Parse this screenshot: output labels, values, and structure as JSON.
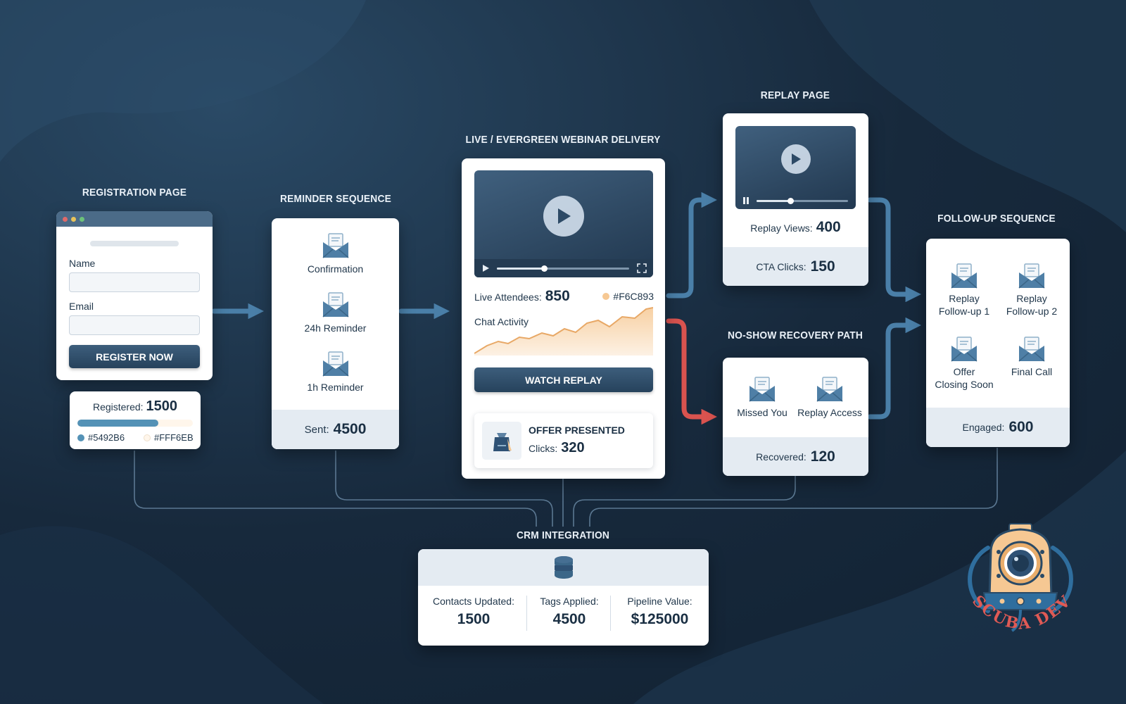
{
  "stages": {
    "registration": {
      "title": "REGISTRATION PAGE",
      "name_label": "Name",
      "email_label": "Email",
      "button_label": "REGISTER NOW",
      "stat_label": "Registered:",
      "stat_value": "1500",
      "progress_fraction": 0.7,
      "swatch_1": "#5492B6",
      "swatch_2": "#FFF6EB"
    },
    "reminder": {
      "title": "REMINDER SEQUENCE",
      "items": [
        "Confirmation",
        "24h Reminder",
        "1h Reminder"
      ],
      "stat_label": "Sent:",
      "stat_value": "4500"
    },
    "delivery": {
      "title": "LIVE / EVERGREEN WEBINAR DELIVERY",
      "attendees_label": "Live Attendees:",
      "attendees_value": "850",
      "accent_hex": "#F6C893",
      "chat_label": "Chat Activity",
      "button_label": "WATCH REPLAY",
      "offer_title": "OFFER PRESENTED",
      "offer_clicks_label": "Clicks:",
      "offer_clicks_value": "320"
    },
    "replay": {
      "title": "REPLAY PAGE",
      "views_label": "Replay Views:",
      "views_value": "400",
      "cta_label": "CTA Clicks:",
      "cta_value": "150"
    },
    "noshow": {
      "title": "NO-SHOW RECOVERY PATH",
      "items": [
        "Missed You",
        "Replay Access"
      ],
      "stat_label": "Recovered:",
      "stat_value": "120"
    },
    "followup": {
      "title": "FOLLOW-UP SEQUENCE",
      "items": [
        "Replay\nFollow-up 1",
        "Replay\nFollow-up 2",
        "Offer\nClosing Soon",
        "Final Call"
      ],
      "stat_label": "Engaged:",
      "stat_value": "600"
    },
    "crm": {
      "title": "CRM INTEGRATION",
      "metrics": [
        {
          "label": "Contacts Updated:",
          "value": "1500"
        },
        {
          "label": "Tags Applied:",
          "value": "4500"
        },
        {
          "label": "Pipeline Value:",
          "value": "$125000"
        }
      ]
    }
  },
  "logo": {
    "text": "SCUBA DEV"
  },
  "colors": {
    "background": "#152638",
    "flow_arrow": "#4a7fa8",
    "noshow_arrow": "#d9534f",
    "card": "#ffffff",
    "footer": "#e4ebf2",
    "accent": "#F6C893",
    "primary": "#5492B6",
    "light": "#FFF6EB"
  },
  "icons": [
    "envelope-icon",
    "play-icon",
    "pause-icon",
    "fullscreen-icon",
    "database-icon",
    "offer-bag-icon",
    "diver-helmet-logo"
  ]
}
